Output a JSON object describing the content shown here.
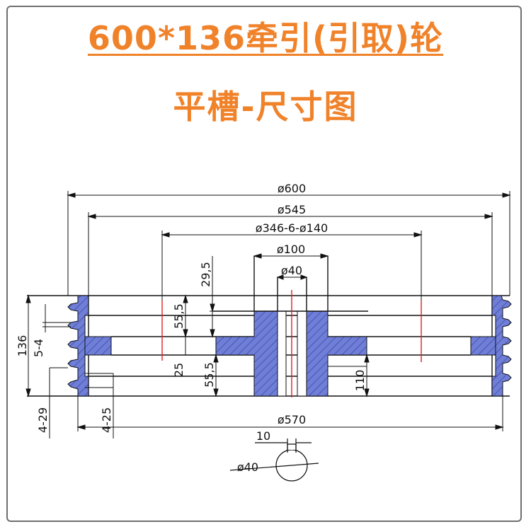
{
  "title": "600*136牵引(引取)轮",
  "subtitle": "平槽-尺寸图",
  "colors": {
    "accent": "#f0822a",
    "section_fill": "#6f7fd8",
    "line": "#111111",
    "centerline": "#e02020"
  },
  "dimensions": {
    "d600": "ø600",
    "d545": "ø545",
    "d346": "ø346-6-ø140",
    "d100": "ø100",
    "d40_top": "ø40",
    "h29_5": "29,5",
    "h55_5_upper": "55,5",
    "h136": "136",
    "h5_4": "5-4",
    "h25": "25",
    "h55_5_lower": "55,5",
    "h110": "110",
    "h4_29": "4-29",
    "h4_25": "4-25",
    "d570": "ø570",
    "key10": "10",
    "d40_bottom": "ø40"
  }
}
